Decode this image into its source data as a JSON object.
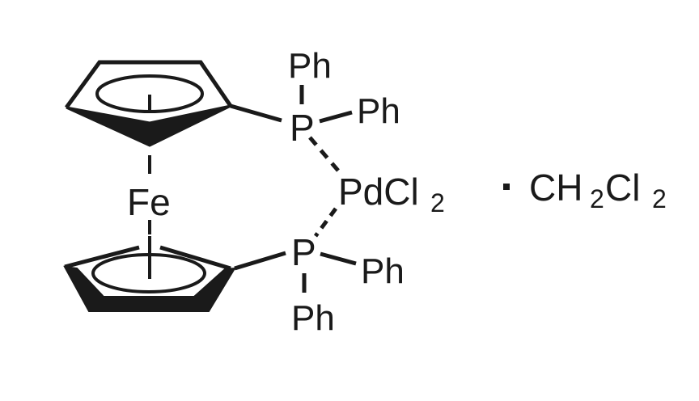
{
  "diagram": {
    "type": "chemical-structure",
    "compound": "Pd(dppf)Cl2 · CH2Cl2",
    "labels": {
      "fe": "Fe",
      "p_top": "P",
      "p_bottom": "P",
      "ph_top_up": "Ph",
      "ph_top_right": "Ph",
      "ph_bottom_right": "Ph",
      "ph_bottom_down": "Ph",
      "pd": "PdCl",
      "pd_sub": "2",
      "dot": "·",
      "solvent_c": "CH",
      "solvent_sub1": "2",
      "solvent_cl": "Cl",
      "solvent_sub2": "2"
    },
    "colors": {
      "ink": "#1a1a1a",
      "background": "#ffffff"
    }
  }
}
